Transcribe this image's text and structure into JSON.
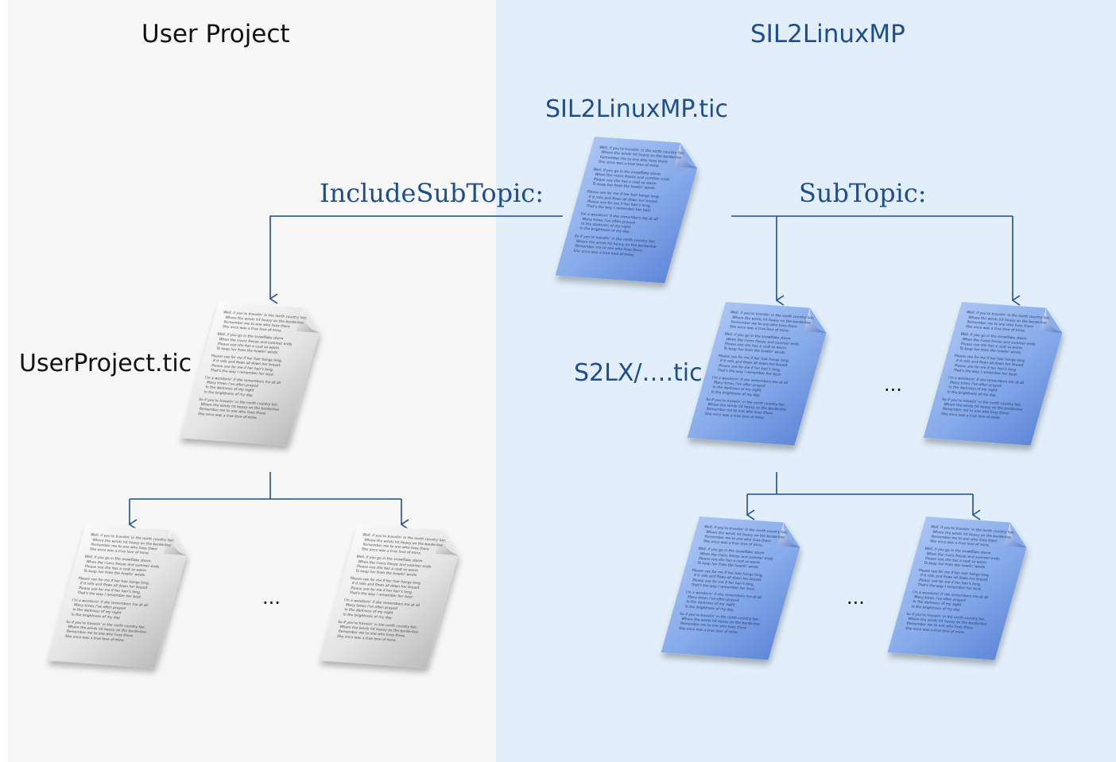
{
  "panels": {
    "user_project": {
      "title": "User Project"
    },
    "sil2linuxmp": {
      "title": "SIL2LinuxMP"
    }
  },
  "labels": {
    "root_file": "SIL2LinuxMP.tic",
    "include_subtopic": "IncludeSubTopic:",
    "subtopic": "SubTopic:",
    "user_file": "UserProject.tic",
    "s2lx_files": "S2LX/….tic",
    "ellipsis_left": "...",
    "ellipsis_right_top": "...",
    "ellipsis_right_bottom": "..."
  },
  "document_text": [
    "Well, if you're travelin' in the north country fair,",
    "Where the winds hit heavy on the borderline",
    "Remember me to one who lives there",
    "She once was a true love of mine.",
    "",
    "Well, if you go in the snowflake storm",
    "When the rivers freeze and summer ends",
    "Please see she has a coat so warm",
    "To keep her from the howlin' winds.",
    "",
    "Please see for me if her hair hangs long,",
    "If it rolls and flows all down her breast.",
    "Please see for me if her hair's long,",
    "That's the way I remember her best.",
    "",
    "I'm a wonderin' if she remembers me at all",
    "Many times I've often prayed",
    "In the darkness of my night",
    "In the brightness of my day.",
    "",
    "So if you're travelin' in the north country fair,",
    "Where the winds hit heavy on the borderline",
    "Remember me to one who lives there",
    "She once was a true love of mine."
  ],
  "colors": {
    "left_panel": "#f7f7f7",
    "right_panel": "#e2effa",
    "connector": "#1f4e8c",
    "label_text": "#1f4e8c",
    "title_text": "#111111",
    "doc_gray": "#d2d2d2",
    "doc_blue": "#7ea6ea"
  }
}
